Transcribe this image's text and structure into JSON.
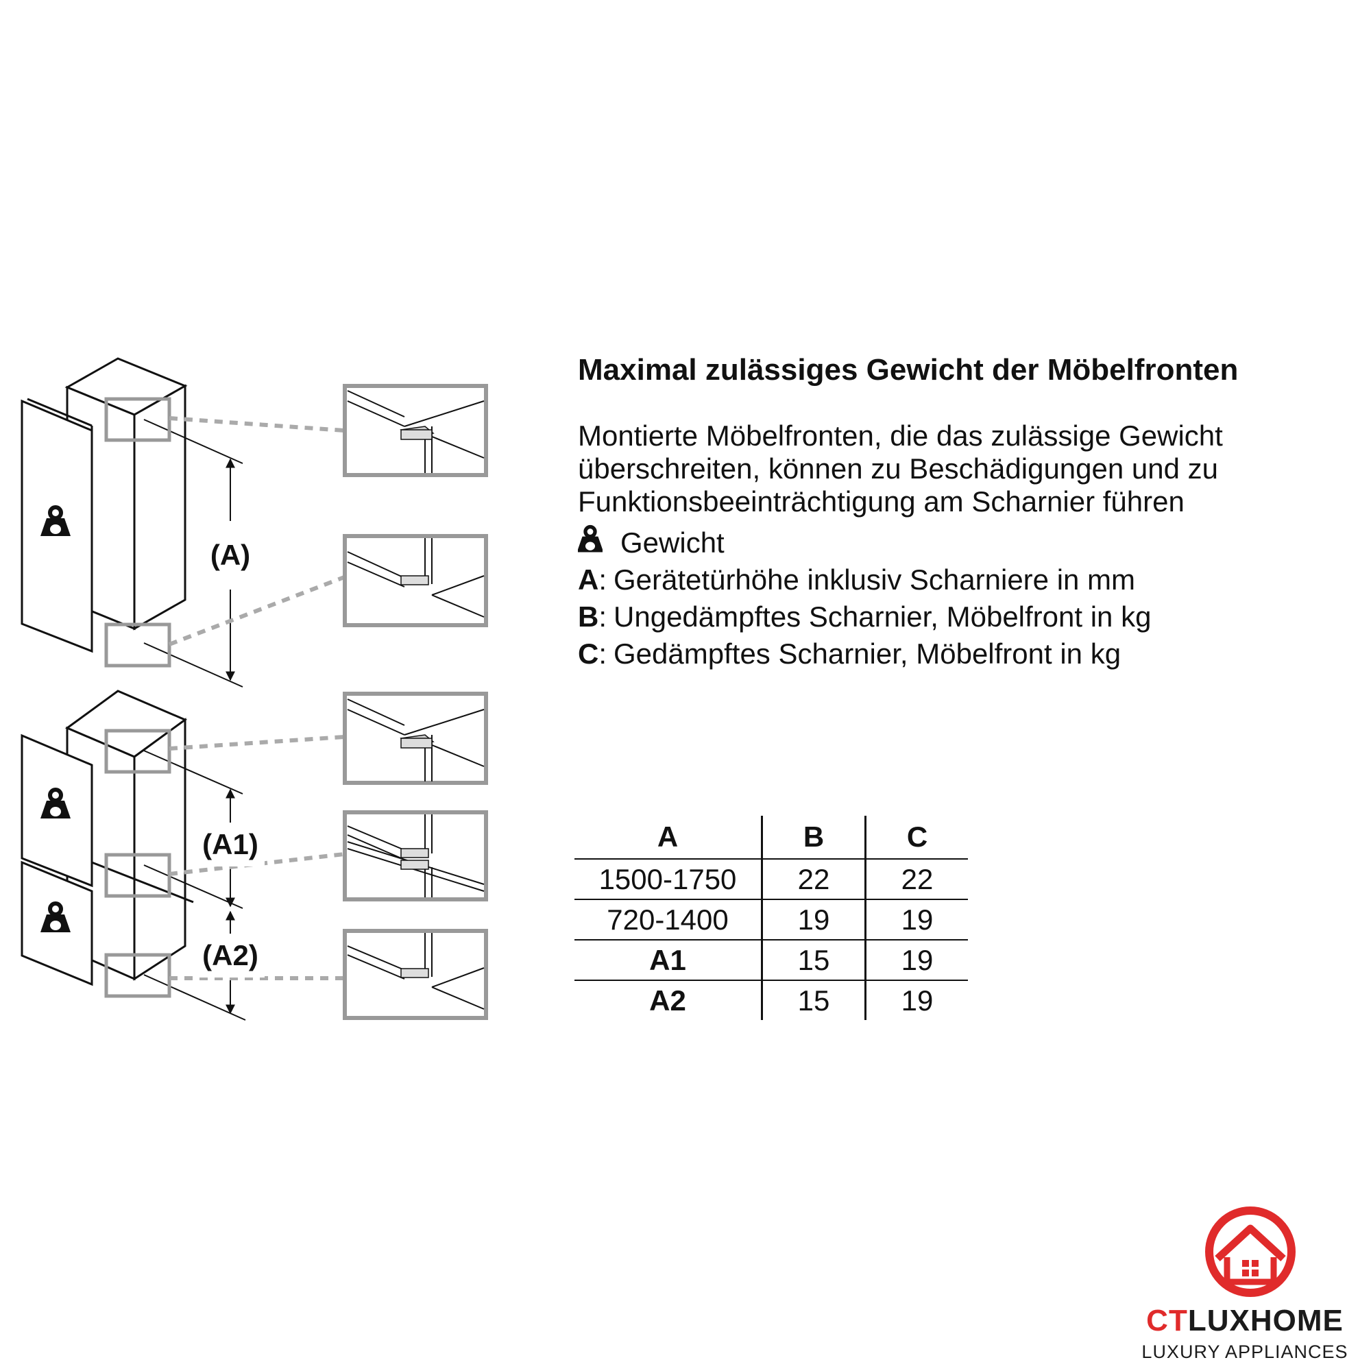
{
  "title": "Maximal zulässiges Gewicht der Möbelfronten",
  "description": "Montierte Möbelfronten, die das zulässige Gewicht überschreiten, können zu Beschädigungen und zu Funktionsbeeinträchtigung am Scharnier führen",
  "legend": [
    {
      "key": "",
      "icon": "weight-icon",
      "text": "Gewicht"
    },
    {
      "key": "A",
      "text": "Gerätetürhöhe inklusiv Scharniere in mm"
    },
    {
      "key": "B",
      "text": "Ungedämpftes Scharnier, Möbelfront in kg"
    },
    {
      "key": "C",
      "text": "Gedämpftes Scharnier, Möbelfront in kg"
    }
  ],
  "diagram_labels": {
    "a": "(A)",
    "a1": "(A1)",
    "a2": "(A2)"
  },
  "table": {
    "headers": [
      "A",
      "B",
      "C"
    ],
    "rows": [
      [
        "1500-1750",
        "22",
        "22"
      ],
      [
        "720-1400",
        "19",
        "19"
      ],
      [
        "A1",
        "15",
        "19"
      ],
      [
        "A2",
        "15",
        "19"
      ]
    ]
  },
  "logo": {
    "brand_ct": "CT",
    "brand_rest": "LUXHOME",
    "tagline": "LUXURY APPLIANCES",
    "color_red": "#e02b2b"
  }
}
